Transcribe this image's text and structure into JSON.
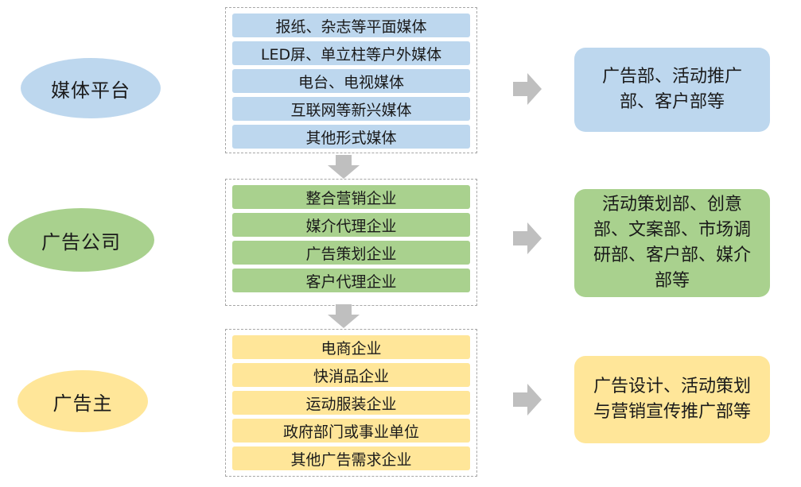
{
  "rows": [
    {
      "label": "媒体平台",
      "items": [
        "报纸、杂志等平面媒体",
        "LED屏、单立柱等户外媒体",
        "电台、电视媒体",
        "互联网等新兴媒体",
        "其他形式媒体"
      ],
      "result": "广告部、活动推广部、客户部等"
    },
    {
      "label": "广告公司",
      "items": [
        "整合营销企业",
        "媒介代理企业",
        "广告策划企业",
        "客户代理企业"
      ],
      "result": "活动策划部、创意部、文案部、市场调研部、客户部、媒介部等"
    },
    {
      "label": "广告主",
      "items": [
        "电商企业",
        "快消品企业",
        "运动服装企业",
        "政府部门或事业单位",
        "其他广告需求企业"
      ],
      "result": "广告设计、活动策划与营销宣传推广部等"
    }
  ],
  "colors": {
    "blue": "#bdd7ee",
    "green": "#a9d18e",
    "yellow": "#ffe699",
    "arrow": "#bfbfbf",
    "border": "#a6a6a6"
  }
}
